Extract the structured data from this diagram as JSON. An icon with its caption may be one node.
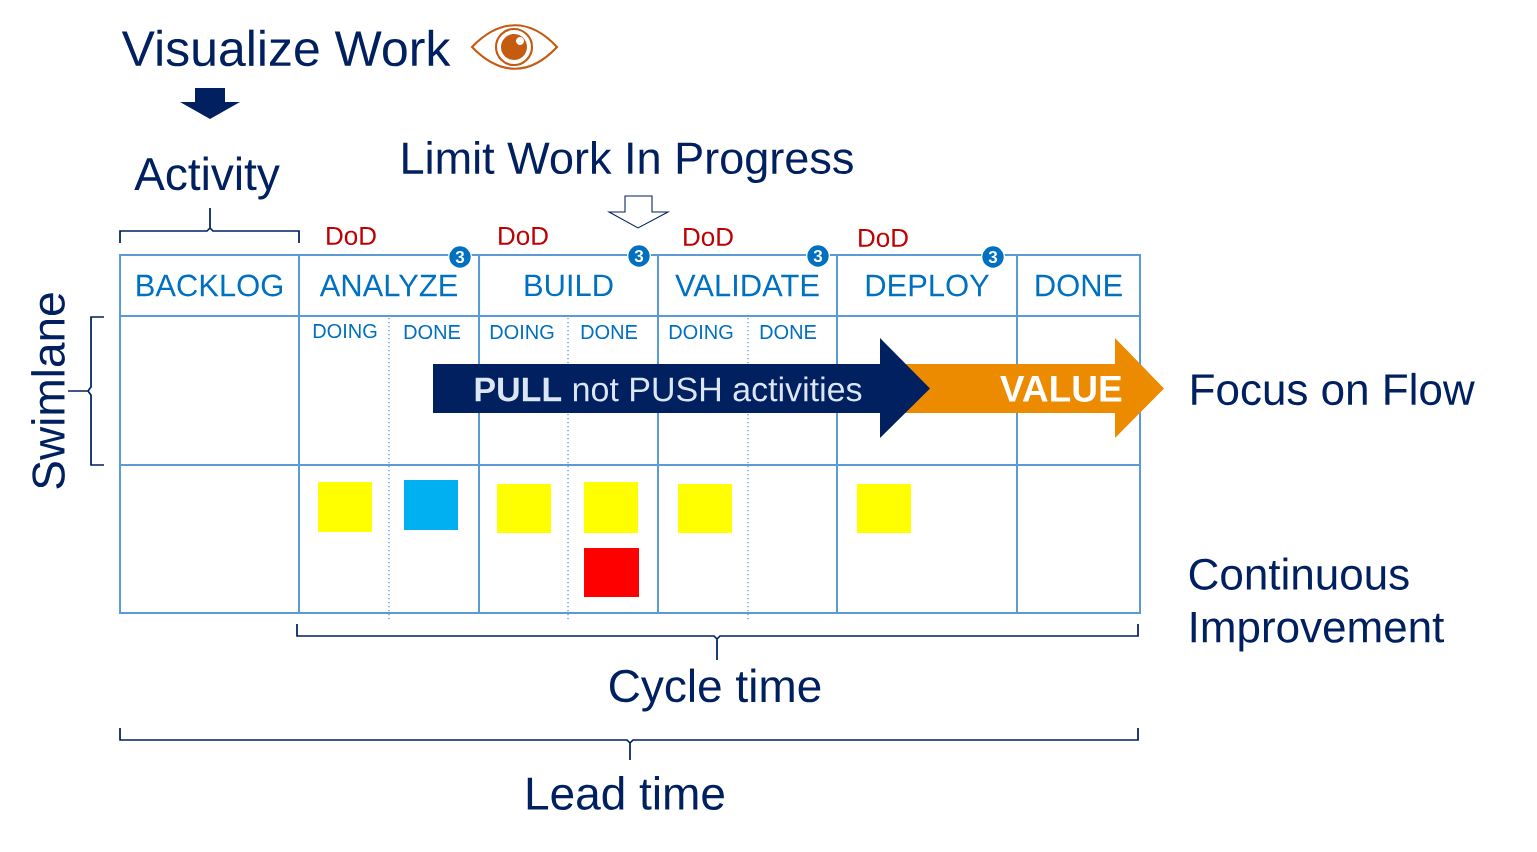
{
  "diagram": {
    "nodes": [
      {
        "text": [
          "BACKLOG"
        ]
      },
      {
        "text": [
          "ANALYZE"
        ]
      },
      {
        "text": [
          "BUILD"
        ]
      },
      {
        "text": [
          "VALIDATE"
        ]
      },
      {
        "text": [
          "DEPLOY"
        ]
      },
      {
        "text": [
          "DONE"
        ]
      },
      {
        "text": [
          "3"
        ]
      },
      {
        "text": [
          "3"
        ]
      },
      {
        "text": [
          "3"
        ]
      },
      {
        "text": [
          "3"
        ]
      },
      {
        "text": [
          "**PULL** not PUSH activities"
        ]
      },
      {
        "text": [
          "VALUE"
        ]
      }
    ],
    "labels": [
      "Visualize Work",
      "Activity",
      "Limit Work In Progress",
      "DoD",
      "DoD",
      "DoD",
      "DoD",
      "DOING",
      "DONE",
      "DOING",
      "DONE",
      "DOING",
      "DONE",
      "Swimlane",
      "Focus on Flow",
      "Continuous Improvement",
      "Cycle time",
      "Lead time"
    ]
  }
}
